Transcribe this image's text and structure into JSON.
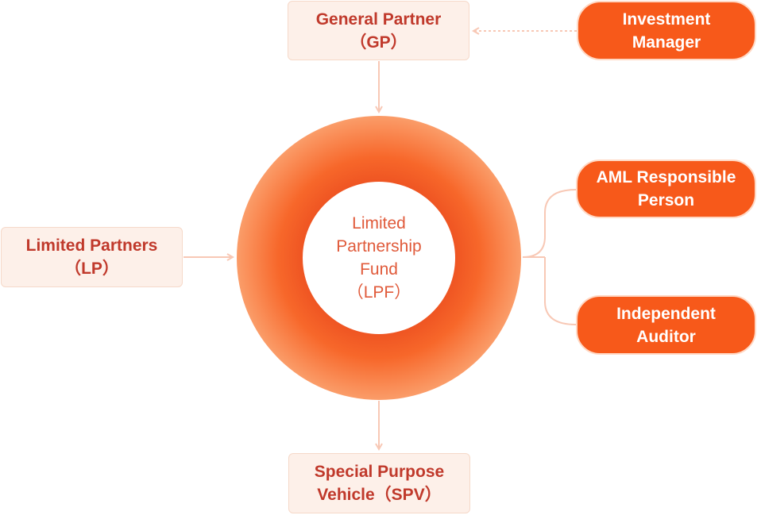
{
  "center": {
    "line1": "Limited",
    "line2": "Partnership",
    "line3": "Fund",
    "line4": "（LPF）"
  },
  "general_partner": {
    "line1": "General Partner",
    "line2": "（GP）"
  },
  "limited_partners": {
    "line1": "Limited Partners",
    "line2": "（LP）"
  },
  "spv": {
    "line1": "Special Purpose",
    "line2": "Vehicle（SPV）"
  },
  "investment_manager": {
    "line1": "Investment",
    "line2": "Manager"
  },
  "aml": {
    "line1": "AML Responsible",
    "line2": "Person"
  },
  "auditor": {
    "line1": "Independent",
    "line2": "Auditor"
  },
  "colors": {
    "accent": "#f7591a",
    "box_fill": "#fdf0e9",
    "box_text": "#c0392b",
    "connector": "#f8c8b5"
  }
}
